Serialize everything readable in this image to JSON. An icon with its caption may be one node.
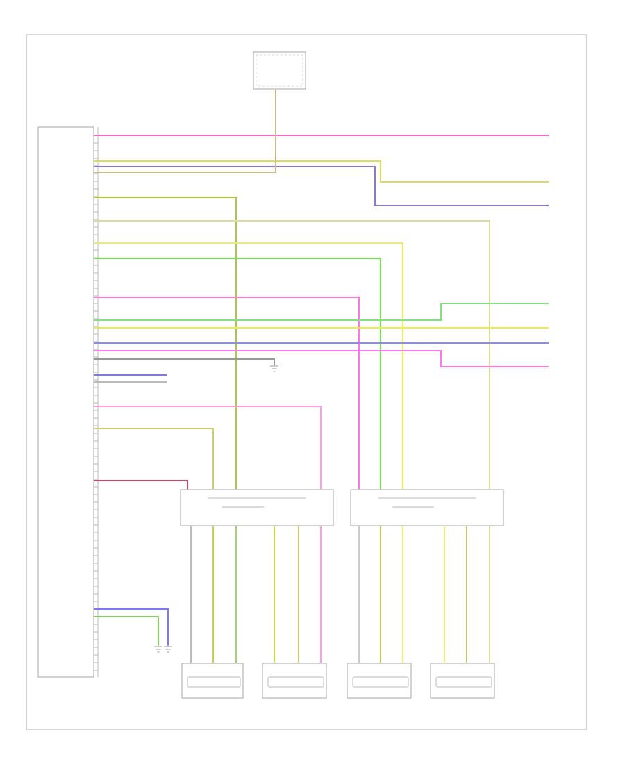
{
  "diagram": {
    "nodes": [
      {
        "text": [],
        "shape": "box"
      },
      {
        "text": [],
        "shape": "box"
      },
      {
        "text": [],
        "shape": "box"
      },
      {
        "text": [],
        "shape": "box"
      },
      {
        "text": [],
        "shape": "box"
      },
      {
        "text": [],
        "shape": "box"
      },
      {
        "text": [],
        "shape": "box"
      },
      {
        "text": [],
        "shape": "box"
      },
      {
        "text": [],
        "shape": "ground"
      },
      {
        "text": [],
        "shape": "ground"
      },
      {
        "text": [],
        "shape": "ground"
      }
    ],
    "edges": [
      {
        "from": 0,
        "to": null,
        "arrow": "none",
        "color": "#ff66cc"
      },
      {
        "from": 0,
        "to": null,
        "arrow": "none",
        "color": "#dddd55"
      },
      {
        "from": 0,
        "to": null,
        "arrow": "none",
        "color": "#8877dd"
      },
      {
        "from": 0,
        "to": 1,
        "arrow": "none",
        "color": "#ccbb88"
      },
      {
        "from": 0,
        "to": 2,
        "arrow": "none",
        "color": "#aacc33"
      },
      {
        "from": 0,
        "to": 3,
        "arrow": "none",
        "color": "#dddd99"
      },
      {
        "from": 0,
        "to": 3,
        "arrow": "none",
        "color": "#eeee55"
      },
      {
        "from": 0,
        "to": 3,
        "arrow": "none",
        "color": "#77dd55"
      },
      {
        "from": 0,
        "to": 3,
        "arrow": "none",
        "color": "#ff77dd"
      },
      {
        "from": 0,
        "to": null,
        "arrow": "none",
        "color": "#88dd88"
      },
      {
        "from": 0,
        "to": null,
        "arrow": "none",
        "color": "#eeee44"
      },
      {
        "from": 0,
        "to": null,
        "arrow": "none",
        "color": "#8888ff"
      },
      {
        "from": 0,
        "to": null,
        "arrow": "none",
        "color": "#ff77ee"
      },
      {
        "from": 0,
        "to": 8,
        "arrow": "none",
        "color": "#999999"
      },
      {
        "from": 0,
        "to": null,
        "arrow": "none",
        "color": "#7777ff"
      },
      {
        "from": 0,
        "to": null,
        "arrow": "none",
        "color": "#bbbbbb"
      },
      {
        "from": 0,
        "to": 2,
        "arrow": "none",
        "color": "#ff99ee"
      },
      {
        "from": 0,
        "to": 2,
        "arrow": "none",
        "color": "#cccc77"
      },
      {
        "from": 0,
        "to": 2,
        "arrow": "none",
        "color": "#cc4466"
      },
      {
        "from": 0,
        "to": 10,
        "arrow": "none",
        "color": "#7777ff"
      },
      {
        "from": 0,
        "to": 9,
        "arrow": "none",
        "color": "#88cc66"
      },
      {
        "from": 2,
        "to": 4,
        "arrow": "none",
        "color": "#bbbbbb"
      },
      {
        "from": 2,
        "to": 4,
        "arrow": "none",
        "color": "#cccc55"
      },
      {
        "from": 2,
        "to": 4,
        "arrow": "none",
        "color": "#99dd66"
      },
      {
        "from": 2,
        "to": 5,
        "arrow": "none",
        "color": "#ccdd44"
      },
      {
        "from": 2,
        "to": 5,
        "arrow": "none",
        "color": "#cccc66"
      },
      {
        "from": 2,
        "to": 5,
        "arrow": "none",
        "color": "#ff99ee"
      },
      {
        "from": 3,
        "to": 6,
        "arrow": "none",
        "color": "#cccccc"
      },
      {
        "from": 3,
        "to": 6,
        "arrow": "none",
        "color": "#bbcc55"
      },
      {
        "from": 3,
        "to": 6,
        "arrow": "none",
        "color": "#eeee77"
      },
      {
        "from": 3,
        "to": 7,
        "arrow": "none",
        "color": "#eeee77"
      },
      {
        "from": 3,
        "to": 7,
        "arrow": "none",
        "color": "#bbcc66"
      },
      {
        "from": 3,
        "to": 7,
        "arrow": "none",
        "color": "#dddd99"
      }
    ]
  }
}
